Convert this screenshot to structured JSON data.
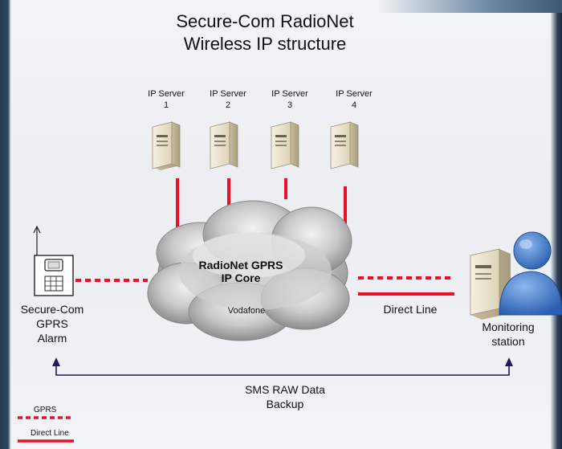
{
  "title": {
    "line1": "Secure-Com RadioNet",
    "line2": "Wireless IP structure"
  },
  "servers": [
    {
      "name": "IP Server",
      "number": "1"
    },
    {
      "name": "IP Server",
      "number": "2"
    },
    {
      "name": "IP Server",
      "number": "3"
    },
    {
      "name": "IP Server",
      "number": "4"
    }
  ],
  "cloud": {
    "line1": "RadioNet GPRS",
    "line2": "IP Core",
    "provider": "Vodafone"
  },
  "alarm": {
    "line1": "Secure-Com",
    "line2": "GPRS",
    "line3": "Alarm"
  },
  "direct_line_label": "Direct Line",
  "monitoring": {
    "line1": "Monitoring",
    "line2": "station"
  },
  "sms_backup": {
    "line1": "SMS RAW Data",
    "line2": "Backup"
  },
  "legend": {
    "gprs": "GPRS",
    "direct": "Direct Line"
  },
  "colors": {
    "link_red": "#e8102a",
    "arrow": "#1f1a5c",
    "person_blue": "#2f6fc7",
    "server_beige": "#ece4cf"
  }
}
